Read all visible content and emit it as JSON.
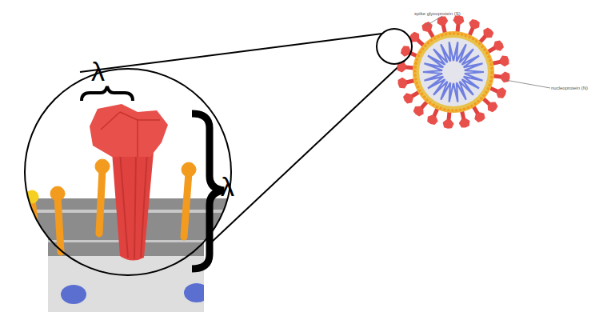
{
  "diagram": {
    "labels": [
      "λ",
      "λ",
      "spike glycoprotein (S)",
      "nucleoprotein (N)"
    ]
  }
}
